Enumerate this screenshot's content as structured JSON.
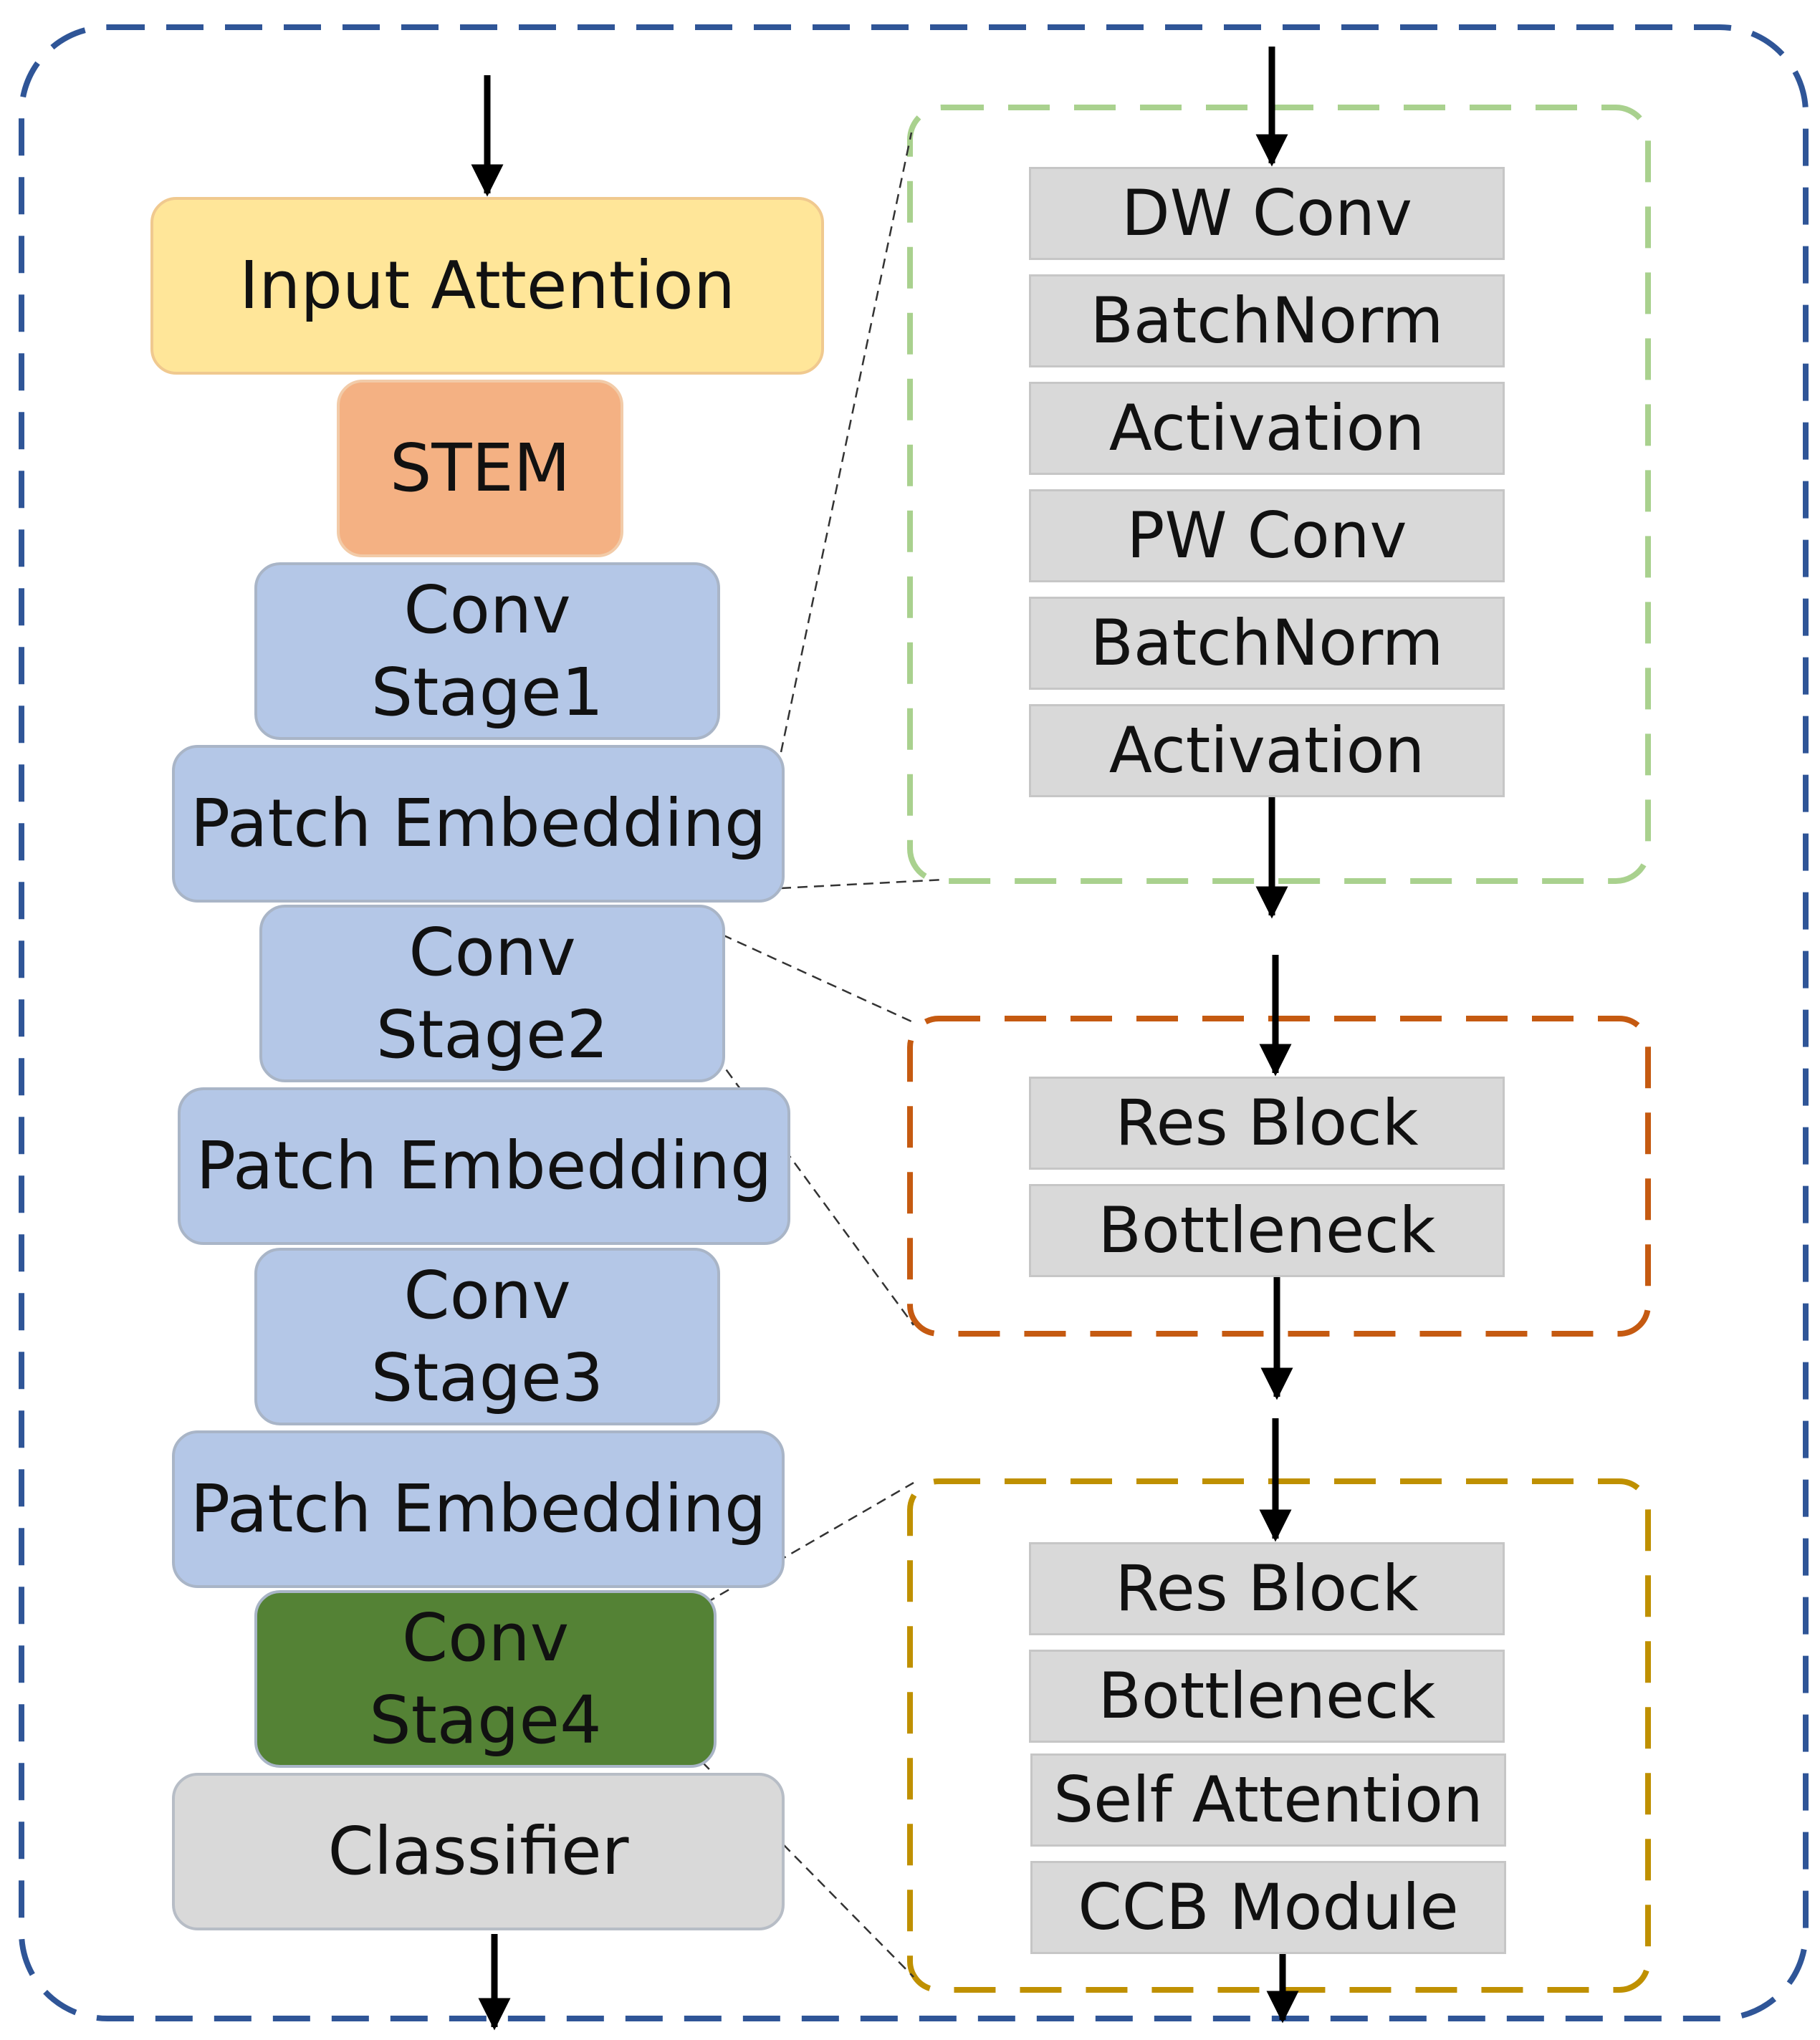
{
  "main_pipeline": {
    "input_attention": "Input Attention",
    "stem": "STEM",
    "conv_stage1": [
      "Conv",
      "Stage1"
    ],
    "patch_embedding_1": "Patch Embedding",
    "conv_stage2": [
      "Conv",
      "Stage2"
    ],
    "patch_embedding_2": "Patch Embedding",
    "conv_stage3": [
      "Conv",
      "Stage3"
    ],
    "patch_embedding_3": "Patch Embedding",
    "conv_stage4": [
      "Conv",
      "Stage4"
    ],
    "classifier": "Classifier"
  },
  "detail_green": {
    "items": [
      "DW Conv",
      "BatchNorm",
      "Activation",
      "PW Conv",
      "BatchNorm",
      "Activation"
    ]
  },
  "detail_orange": {
    "items": [
      "Res Block",
      "Bottleneck"
    ]
  },
  "detail_gold": {
    "items": [
      "Res Block",
      "Bottleneck",
      "Self Attention",
      "CCB Module"
    ]
  },
  "colors": {
    "outer_border": "#2f5597",
    "green_border": "#a9d18e",
    "orange_border": "#c55a11",
    "gold_border": "#bf9000",
    "input_attention_fill": "#ffe699",
    "stem_fill": "#f4b183",
    "stage_fill": "#b4c7e7",
    "stage4_fill": "#548235",
    "classifier_fill": "#d9d9d9",
    "detail_box_fill": "#d9d9d9"
  }
}
